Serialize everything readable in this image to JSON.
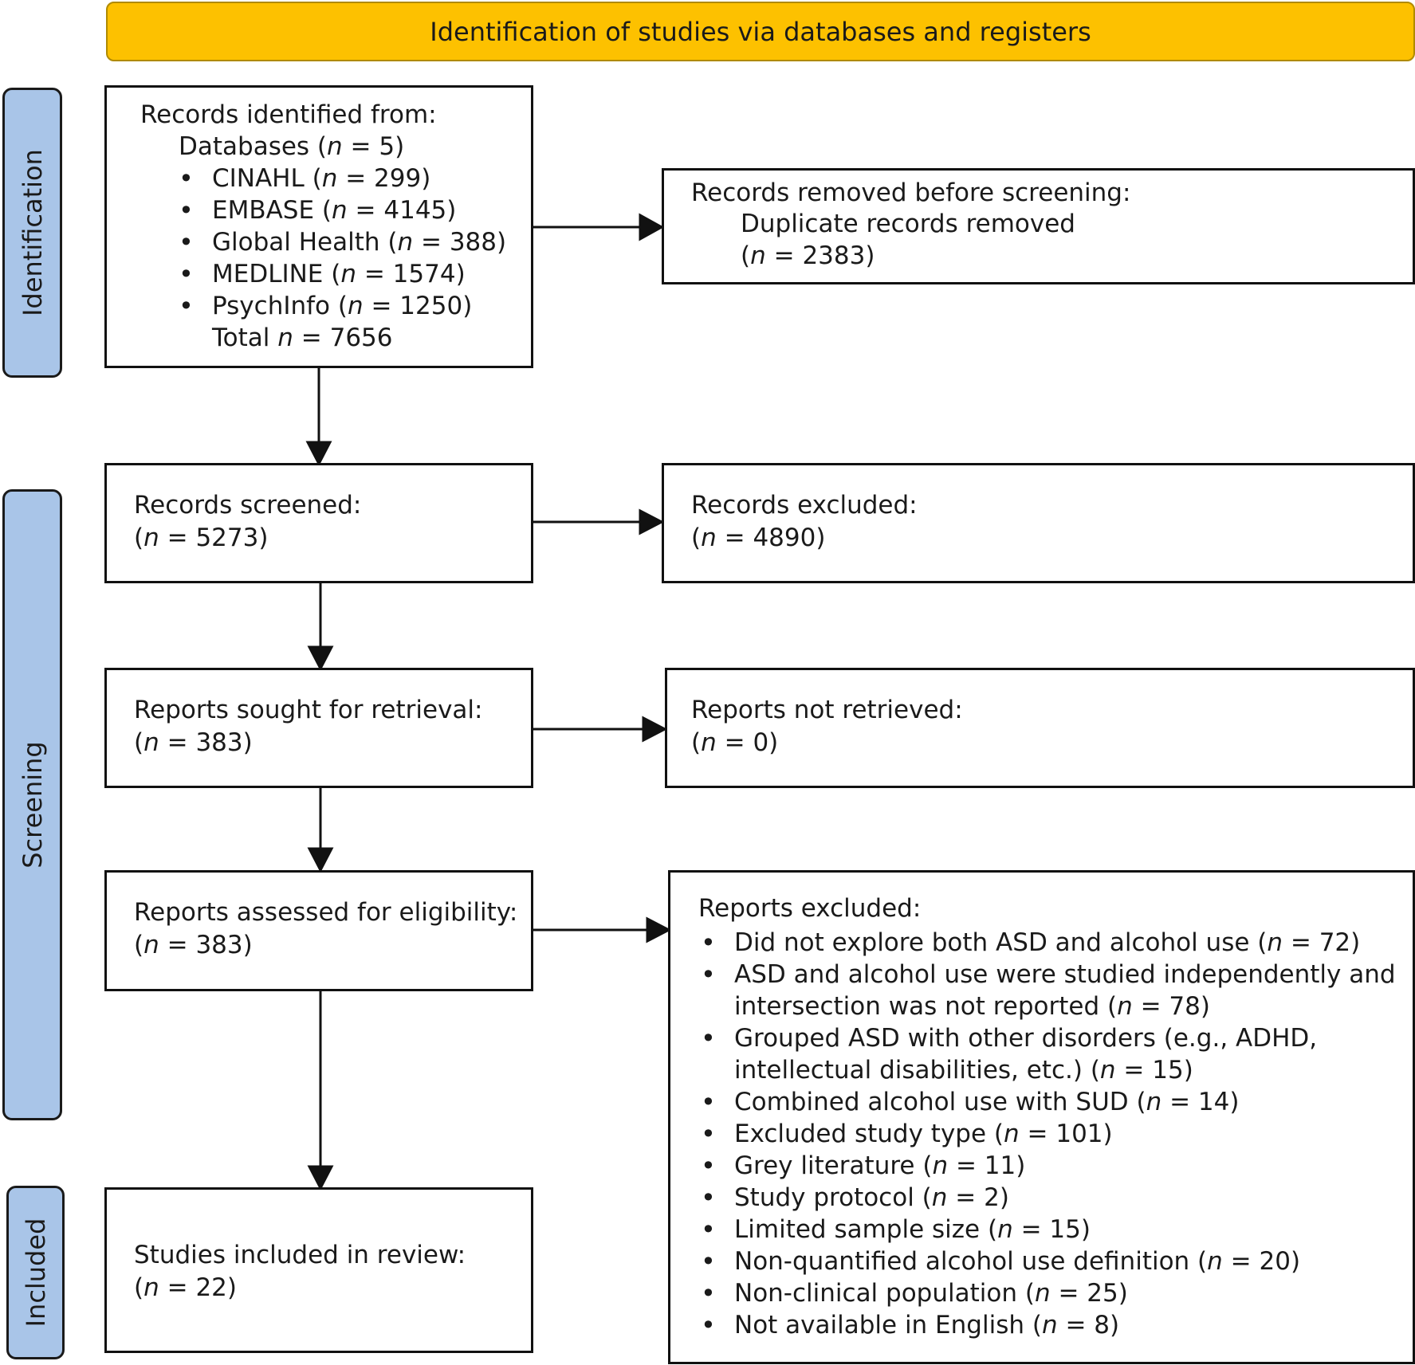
{
  "header": {
    "title": "Identification of studies via databases and registers"
  },
  "phases": {
    "identification": "Identification",
    "screening": "Screening",
    "included": "Included"
  },
  "identified": {
    "heading": "Records identified from:",
    "databases_label": "Databases (",
    "databases_n": "n",
    "databases_val": " = 5)",
    "items": [
      {
        "name": "CINAHL (",
        "val": " = 299)"
      },
      {
        "name": "EMBASE (",
        "val": " = 4145)"
      },
      {
        "name": "Global Health (",
        "val": " = 388)"
      },
      {
        "name": "MEDLINE (",
        "val": " = 1574)"
      },
      {
        "name": "PsychInfo (",
        "val": " = 1250)"
      }
    ],
    "total_label": "Total ",
    "total_val": " = 7656"
  },
  "removed": {
    "heading": "Records removed before screening:",
    "line2": "Duplicate records removed",
    "val": " = 2383)"
  },
  "screened": {
    "heading": "Records screened:",
    "val": " = 5273)"
  },
  "excluded": {
    "heading": "Records excluded:",
    "val": " = 4890)"
  },
  "sought": {
    "heading": "Reports sought for retrieval:",
    "val": " = 383)"
  },
  "not_retrieved": {
    "heading": "Reports not retrieved:",
    "val": " = 0)"
  },
  "assessed": {
    "heading": "Reports assessed for eligibility:",
    "val": " = 383)"
  },
  "included": {
    "heading": "Studies included in review:",
    "val": " = 22)"
  },
  "reports_excluded": {
    "heading": "Reports excluded:",
    "items": [
      {
        "l1": "Did not explore both ASD and alcohol use (",
        "v": " = 72)"
      },
      {
        "l1": "ASD and alcohol use were studied independently and",
        "l2": "intersection was not reported (",
        "v": " = 78)"
      },
      {
        "l1": "Grouped ASD with other disorders (e.g., ADHD,",
        "l2": "intellectual disabilities, etc.) (",
        "v": " = 15)"
      },
      {
        "l1": "Combined alcohol use with SUD (",
        "v": " = 14)"
      },
      {
        "l1": "Excluded study type (",
        "v": " = 101)"
      },
      {
        "l1": "Grey literature (",
        "v": " = 11)"
      },
      {
        "l1": "Study protocol (",
        "v": " = 2)"
      },
      {
        "l1": "Limited sample size (",
        "v": " = 15)"
      },
      {
        "l1": "Non-quantified alcohol use definition (",
        "v": " = 20)"
      },
      {
        "l1": "Non-clinical population (",
        "v": " = 25)"
      },
      {
        "l1": "Not available in English (",
        "v": " = 8)"
      }
    ]
  },
  "n_symbol": "n",
  "open_paren": "("
}
